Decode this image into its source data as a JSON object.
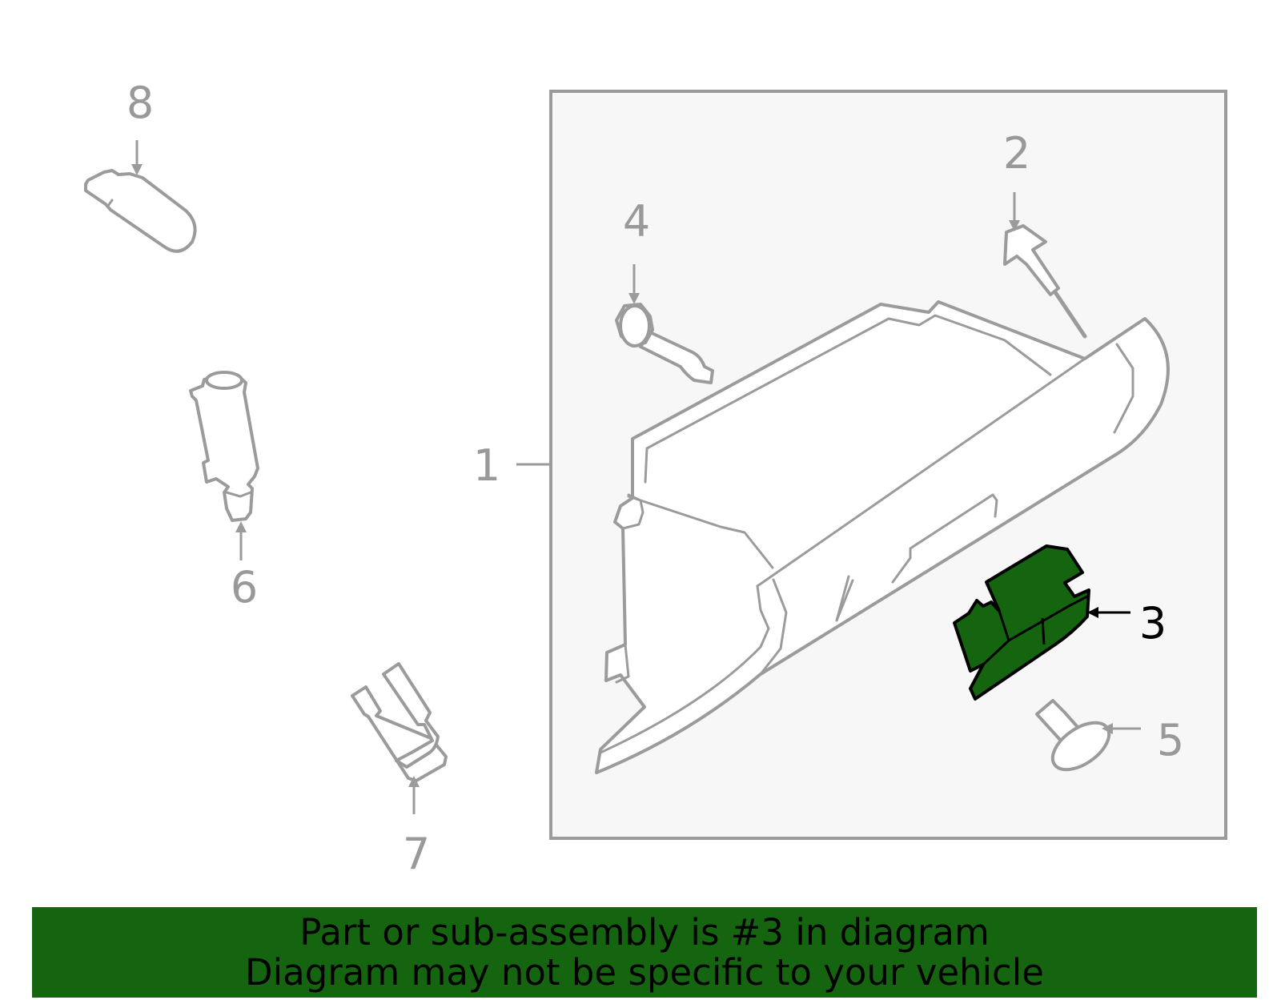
{
  "callouts": {
    "c1": "1",
    "c2": "2",
    "c3": "3",
    "c4": "4",
    "c5": "5",
    "c6": "6",
    "c7": "7",
    "c8": "8"
  },
  "highlighted_part": "3",
  "colors": {
    "highlight": "#156410",
    "line": "#9b9b9b",
    "box_fill": "#f7f7f7"
  },
  "banner": {
    "line1": "Part or sub-assembly is #3 in diagram",
    "line2": "Diagram may not be specific to your vehicle"
  }
}
